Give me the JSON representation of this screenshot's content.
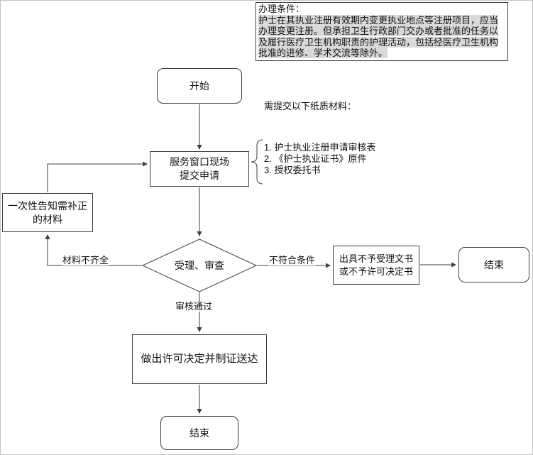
{
  "colors": {
    "stroke": "#3f3f3f",
    "highlight": "#d9d9d9"
  },
  "info_box": {
    "title": "办理条件：",
    "body": "护士在其执业注册有效期内变更执业地点等注册项目，应当办理变更注册。但承担卫生行政部门交办或者批准的任务以及履行医疗卫生机构职责的护理活动，包括经医疗卫生机构批准的进修、学术交流等除外。"
  },
  "materials": {
    "header": "需提交以下纸质材料：",
    "items": [
      "1. 护士执业注册申请审核表",
      "2. 《护士执业证书》原件",
      "3. 授权委托书"
    ]
  },
  "nodes": {
    "start": {
      "label": "开始"
    },
    "submit": {
      "label": "服务窗口现场\n提交申请"
    },
    "notify": {
      "label": "一次性告知需补正\n的材料"
    },
    "review": {
      "label": "受理、审查"
    },
    "reject_doc": {
      "label": "出具不予受理文书\n或不予许可决定书"
    },
    "end_right": {
      "label": "结束"
    },
    "decide": {
      "label": "做出许可决定并制证送达"
    },
    "end_bottom": {
      "label": "结束"
    }
  },
  "edge_labels": {
    "incomplete": "材料不齐全",
    "not_meet": "不符合条件",
    "approved": "审核通过"
  }
}
